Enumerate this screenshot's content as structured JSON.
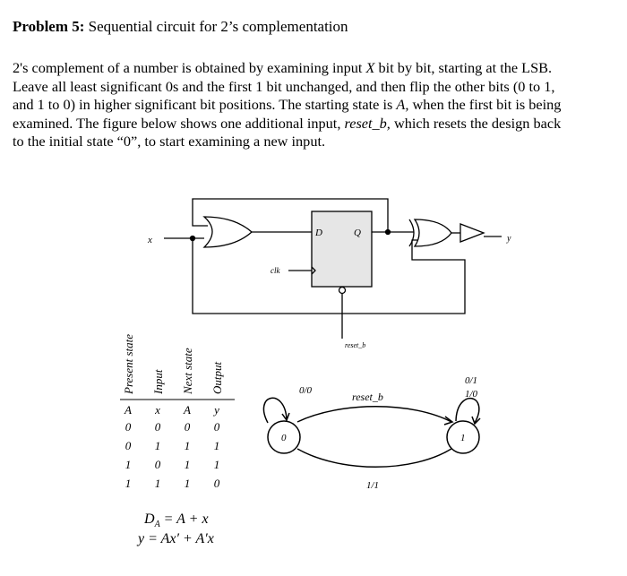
{
  "problem": {
    "heading": "Problem 5:",
    "title": "Sequential circuit for 2’s complementation",
    "lines": [
      [
        "2's complement of a number is obtained by examining input ",
        "X",
        " bit by bit, starting at the LSB."
      ],
      [
        "Leave all least significant 0s and the first 1 bit unchanged, and then flip the other bits (0 to 1,"
      ],
      [
        "and 1  to 0) in higher significant bit positions. The starting state is ",
        "A,",
        " when the first bit is being"
      ],
      [
        "examined.  The figure below shows one additional input, ",
        "reset_b,",
        " which resets the design back"
      ],
      [
        "to the initial state “0”, to start examining a new input."
      ]
    ]
  },
  "circuit": {
    "input_x": "x",
    "dff_d": "D",
    "dff_q": "Q",
    "clk": "clk",
    "reset": "reset_b",
    "output_y": "y"
  },
  "table": {
    "headers": [
      "Present state",
      "Input",
      "Next state",
      "Output"
    ],
    "vars": [
      "A",
      "x",
      "A",
      "y"
    ],
    "rows": [
      [
        "0",
        "0",
        "0",
        "0"
      ],
      [
        "0",
        "1",
        "1",
        "1"
      ],
      [
        "1",
        "0",
        "1",
        "1"
      ],
      [
        "1",
        "1",
        "1",
        "0"
      ]
    ]
  },
  "equations": {
    "da_lhs": "D",
    "da_sub": "A",
    "da_rhs": " = A + x",
    "y": "y = Ax′ + A′x"
  },
  "state_diagram": {
    "state0": "0",
    "state1": "1",
    "loop0_label": "0/0",
    "reset_label": "reset_b",
    "loop1_label_top": "0/1",
    "loop1_label_bottom": "1/0",
    "transition_label": "1/1"
  }
}
